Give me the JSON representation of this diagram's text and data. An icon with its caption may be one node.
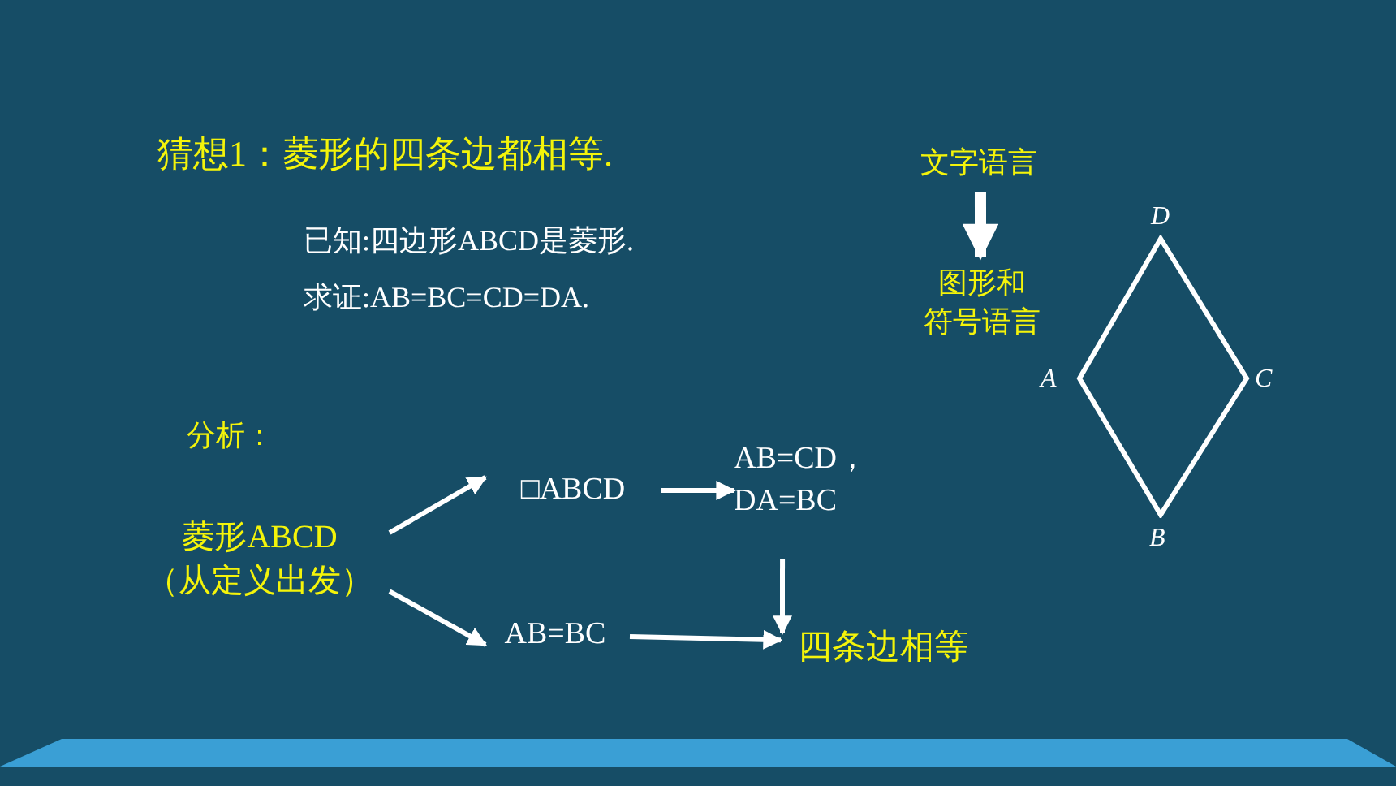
{
  "diagram": {
    "title": "猜想1：菱形的四条边都相等.",
    "nodes": [
      {
        "text": [
          "菱形ABCD",
          "（从定义出发）"
        ]
      },
      {
        "text": [
          "□ABCD"
        ]
      },
      {
        "text": [
          "AB=CD，",
          "DA=BC"
        ]
      },
      {
        "text": [
          "AB=BC"
        ]
      },
      {
        "text": [
          "四条边相等"
        ]
      },
      {
        "text": [
          "文字语言"
        ]
      },
      {
        "text": [
          "图形和符号语言"
        ]
      },
      {
        "text": [],
        "shape": "diamond",
        "beside": [
          "D",
          "A",
          "C",
          "B"
        ]
      }
    ],
    "edges": [
      {
        "from": 0,
        "to": 1,
        "arrow": "to"
      },
      {
        "from": 0,
        "to": 3,
        "arrow": "to"
      },
      {
        "from": 1,
        "to": 2,
        "arrow": "to"
      },
      {
        "from": 2,
        "to": 4,
        "arrow": "to"
      },
      {
        "from": 3,
        "to": 4,
        "arrow": "to"
      },
      {
        "from": 5,
        "to": 6,
        "arrow": "to",
        "style": "thick"
      }
    ],
    "labels": [
      "已知:四边形ABCD是菱形.",
      "求证:AB=BC=CD=DA.",
      "分析："
    ]
  }
}
